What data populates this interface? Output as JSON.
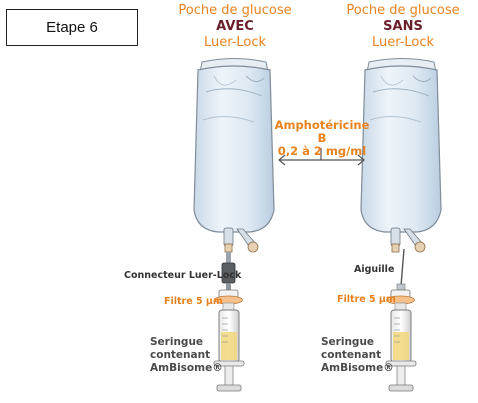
{
  "step_label": "Etape 6",
  "left_bag": {
    "line1": "Poche de glucose",
    "line2": "AVEC",
    "line3": "Luer-Lock",
    "connector_label": "Connecteur Luer-Lock",
    "filter_label": "Filtre 5 µm",
    "syringe_line1": "Seringue",
    "syringe_line2": "contenant",
    "syringe_line3": "AmBisome®"
  },
  "right_bag": {
    "line1": "Poche de glucose",
    "line2": "SANS",
    "line3": "Luer-Lock",
    "connector_label": "Aiguille",
    "filter_label": "Filtre 5 µm",
    "syringe_line1": "Seringue",
    "syringe_line2": "contenant",
    "syringe_line3": "AmBisome®"
  },
  "concentration": {
    "line1": "Amphotéricine B",
    "line2": "0,2 à 2 mg/ml"
  },
  "colors": {
    "orange": "#e8821e",
    "maroon": "#6b1f2b",
    "bag_fill": "#dbe7f1",
    "liquid": "#f2d77a"
  }
}
